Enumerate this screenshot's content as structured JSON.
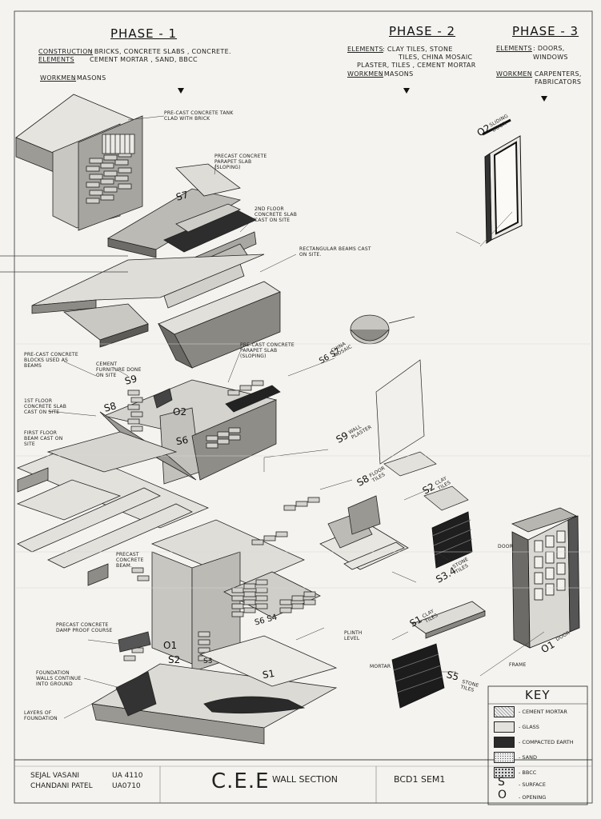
{
  "phases": [
    {
      "title": "PHASE - 1",
      "elements_label": "CONSTRUCTION ELEMENTS",
      "elements_line1": ": BRICKS, CONCRETE  SLABS , CONCRETE.",
      "elements_line2": "  CEMENT  MORTAR , SAND, BBCC",
      "workmen_label": "WORKMEN",
      "workmen": ": MASONS"
    },
    {
      "title": "PHASE - 2",
      "elements_label": "ELEMENTS",
      "elements_line1": ": CLAY TILES, STONE",
      "elements_line2": "TILES, CHINA MOSAIC",
      "elements_line3": "PLASTER, TILES , CEMENT MORTAR",
      "workmen_label": "WORKMEN",
      "workmen": ": MASONS"
    },
    {
      "title": "PHASE - 3",
      "elements_label": "ELEMENTS",
      "elements_line1": ": DOORS,",
      "elements_line2": "WINDOWS",
      "workmen_label": "WORKMEN",
      "workmen": ": CARPENTERS,",
      "workmen2": "FABRICATORS"
    }
  ],
  "notes": {
    "tank": "PRE-CAST CONCRETE TANK CLAD WITH BRICK",
    "parapet": "PRECAST CONCRETE PARAPET SLAB (SLOPING)",
    "floor2": "2ND FLOOR CONCRETE SLAB CAST ON SITE",
    "beams": "RECTANGULAR BEAMS CAST ON SITE.",
    "blocks": "PRE-CAST CONCRETE BLOCKS USED AS BEAMS",
    "furniture": "CEMENT FURNITURE DONE ON SITE",
    "parapet2": "PRE-CAST CONCRETE PARAPET SLAB (SLOPING)",
    "floor1": "1ST FLOOR CONCRETE SLAB CAST ON SITE",
    "beam1": "FIRST FLOOR BEAM CAST ON SITE",
    "precast_beam": "PRECAST CONCRETE BEAM.",
    "dpc": "PRECAST CONCRETE DAMP PROOF COURSE",
    "foundation_walls": "FOUNDATION WALLS CONTINUE INTO GROUND",
    "layers": "LAYERS OF FOUNDATION",
    "plinth": "PLINTH LEVEL",
    "mortar": "MORTAR",
    "door": "DOOR",
    "frame": "FRAME"
  },
  "labels": {
    "o2_top": "O2",
    "o2_top_txt": "SLIDING DOOR",
    "s7_top": "S7",
    "s6_s7": "S6 S7",
    "s6s7_txt": "CHINA MOSAIC",
    "s9": "S9",
    "s8": "S8",
    "o2_mid": "O2",
    "s6_mid": "S6",
    "s9_plaster": "S9",
    "s9_plaster_txt": "WALL PLASTER",
    "s8_tiles": "S8",
    "s8_tiles_txt": "FLOOR TILES",
    "s2_clay": "S2",
    "s2_clay_txt": "CLAY TILES",
    "s3_4": "S3.4",
    "s3_4_txt": "STONE TILES",
    "s1_clay": "S1",
    "s1_clay_txt": "CLAY TILES",
    "s6_s4": "S6  S4",
    "o1_a": "O1",
    "s2_a": "S2",
    "s3_a": "S3",
    "s1_a": "S1",
    "s5_stone": "S5",
    "s5_stone_txt": "STONE TILES",
    "o1_door": "O1",
    "o1_door_txt": "DOOR"
  },
  "key": {
    "title": "KEY",
    "items": [
      {
        "label": "- CEMENT MORTAR"
      },
      {
        "label": "- GLASS"
      },
      {
        "label": "- COMPACTED EARTH"
      },
      {
        "label": "- SAND"
      },
      {
        "label": "- BBCC"
      },
      {
        "symbol": "S",
        "label": "- SURFACE"
      },
      {
        "symbol": "O",
        "label": "- OPENING"
      }
    ]
  },
  "titleblock": {
    "name1": "SEJAL VASANI",
    "id1": "UA 4110",
    "name2": "CHANDANI PATEL",
    "id2": "UA0710",
    "code": "C.E.E",
    "subject": "WALL SECTION",
    "course": "BCD1 SEM1"
  },
  "colors": {
    "paper": "#f4f3ef",
    "ink": "#1a1a1a",
    "shade_light": "#cfcdc7",
    "shade_mid": "#8e8c87",
    "shade_dark": "#3a3a3a"
  }
}
